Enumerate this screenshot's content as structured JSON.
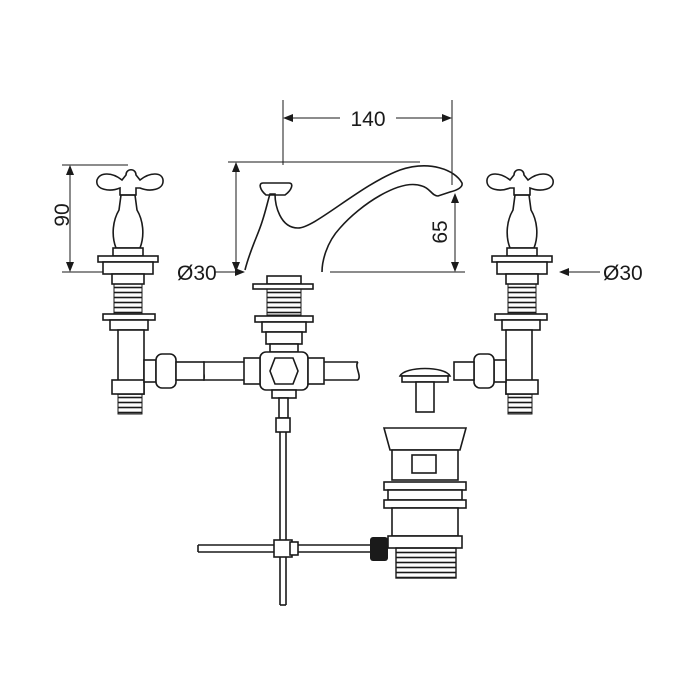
{
  "dimensions": {
    "spout_reach": "140",
    "valve_height": "90",
    "spout_height": "65",
    "left_diameter": "Ø30",
    "right_diameter": "Ø30"
  },
  "colors": {
    "line": "#1a1a1a",
    "background": "#ffffff"
  }
}
